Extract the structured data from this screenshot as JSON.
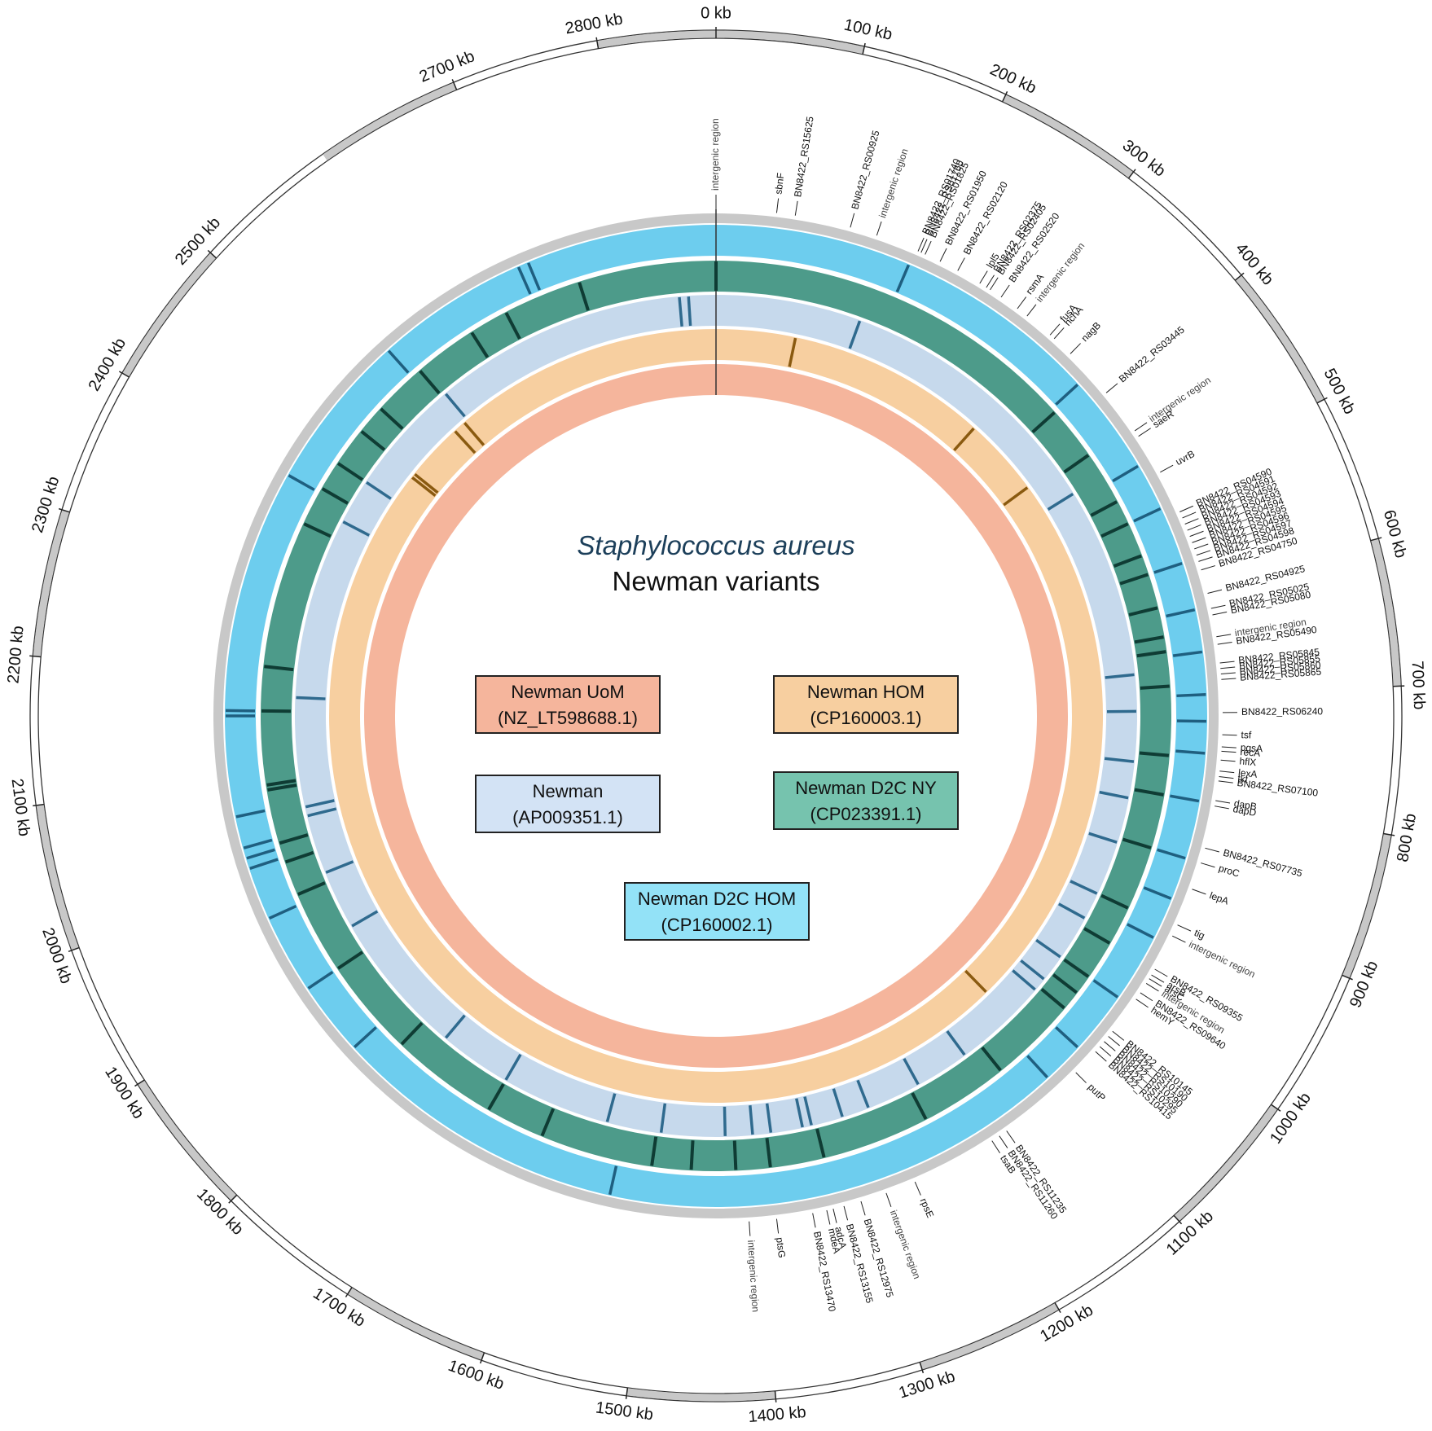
{
  "title": {
    "species": "Staphylococcus aureus",
    "subtitle": "Newman variants"
  },
  "genome_length_kb": 2880,
  "tick_labels": [
    "0 kb",
    "100 kb",
    "200 kb",
    "300 kb",
    "400 kb",
    "500 kb",
    "600 kb",
    "700 kb",
    "800 kb",
    "900 kb",
    "1000 kb",
    "1100 kb",
    "1200 kb",
    "1300 kb",
    "1400 kb",
    "1500 kb",
    "1600 kb",
    "1700 kb",
    "1800 kb",
    "1900 kb",
    "2000 kb",
    "2100 kb",
    "2200 kb",
    "2300 kb",
    "2400 kb",
    "2500 kb",
    "2700 kb",
    "2800 kb"
  ],
  "tick_values_kb": [
    0,
    100,
    200,
    300,
    400,
    500,
    600,
    700,
    800,
    900,
    1000,
    1100,
    1200,
    1300,
    1400,
    1500,
    1600,
    1700,
    1800,
    1900,
    2000,
    2100,
    2200,
    2300,
    2400,
    2500,
    2700,
    2800
  ],
  "legend": [
    {
      "name": "Newman UoM",
      "accession": "(NZ_LT598688.1)",
      "color": "#f5b59c"
    },
    {
      "name": "Newman HOM",
      "accession": "(CP160003.1)",
      "color": "#f7cfa0"
    },
    {
      "name": "Newman",
      "accession": "(AP009351.1)",
      "color": "#c6d9ec"
    },
    {
      "name": "Newman D2C NY",
      "accession": "(CP023391.1)",
      "color": "#4d9b8a"
    },
    {
      "name": "Newman D2C HOM",
      "accession": "(CP160002.1)",
      "color": "#6dcdee"
    }
  ],
  "colors": {
    "outer_band": "#c8c8c8",
    "ring_uom": "#f5b59c",
    "ring_hom": "#f7cfa0",
    "ring_newman": "#c6d9ec",
    "ring_d2c_ny": "#4d9b8a",
    "ring_d2c_hom": "#6dcdee",
    "mark_hom": "#8a5a10",
    "mark_newman": "#2f6a8e",
    "mark_d2c_ny": "#0f3c34",
    "mark_d2c_hom": "#1f5f80"
  },
  "variants": {
    "hom_kb": [
      95,
      335,
      430,
      1085,
      2465,
      2555,
      2540,
      2470
    ],
    "newman_kb": [
      160,
      465,
      675,
      715,
      770,
      810,
      860,
      920,
      950,
      1000,
      1030,
      1045,
      1150,
      1210,
      1270,
      1300,
      1335,
      1345,
      1380,
      1400,
      1430,
      1500,
      1560,
      1680,
      1760,
      1920,
      1985,
      2050,
      2060,
      2180,
      2380,
      2430,
      2560,
      2840,
      2850
    ],
    "d2c_ny_kb": [
      0,
      385,
      440,
      495,
      520,
      555,
      575,
      610,
      640,
      655,
      690,
      760,
      800,
      855,
      920,
      960,
      1000,
      1020,
      1040,
      1130,
      1220,
      1330,
      1385,
      1420,
      1465,
      1505,
      1620,
      1680,
      1790,
      1890,
      1975,
      2010,
      2030,
      2085,
      2090,
      2165,
      2210,
      2360,
      2400,
      2430,
      2470,
      2500,
      2555,
      2620,
      2660,
      2740
    ],
    "d2c_hom_kb": [
      185,
      380,
      475,
      520,
      575,
      620,
      660,
      700,
      725,
      755,
      800,
      855,
      895,
      935,
      1000,
      1060,
      1100,
      1540,
      1820,
      1890,
      1965,
      2015,
      2025,
      2035,
      2065,
      2160,
      2165,
      2395,
      2545,
      2690,
      2700
    ]
  },
  "gene_labels": [
    {
      "text": "intergenic region",
      "kb": 0
    },
    {
      "text": "sbnF",
      "kb": 55
    },
    {
      "text": "BN8422_RS15625",
      "kb": 72
    },
    {
      "text": "BN8422_RS00925",
      "kb": 123
    },
    {
      "text": "intergenic region",
      "kb": 148
    },
    {
      "text": "BN8422_RS01740",
      "kb": 188
    },
    {
      "text": "BN8422_RS01760",
      "kb": 191
    },
    {
      "text": "BN8422_RS01825",
      "kb": 195
    },
    {
      "text": "BN8422_RS01950",
      "kb": 210
    },
    {
      "text": "BN8422_RS02120",
      "kb": 228
    },
    {
      "text": "lpl5",
      "kb": 251
    },
    {
      "text": "BN8422_RS02375",
      "kb": 258
    },
    {
      "text": "BN8422_RS02405",
      "kb": 262
    },
    {
      "text": "BN8422_RS02520",
      "kb": 274
    },
    {
      "text": "rsmA",
      "kb": 292
    },
    {
      "text": "intergenic region",
      "kb": 303
    },
    {
      "text": "fusA",
      "kb": 330
    },
    {
      "text": "hchA",
      "kb": 335
    },
    {
      "text": "nagB",
      "kb": 355
    },
    {
      "text": "BN8422_RS03445",
      "kb": 403
    },
    {
      "text": "intergenic region",
      "kb": 446
    },
    {
      "text": "saeR",
      "kb": 452
    },
    {
      "text": "uvrB",
      "kb": 490
    },
    {
      "text": "BN8422_RS04590",
      "kb": 530
    },
    {
      "text": "BN8422_RS04591",
      "kb": 536
    },
    {
      "text": "BN8422_RS04592",
      "kb": 542
    },
    {
      "text": "BN8422_RS04593",
      "kb": 548
    },
    {
      "text": "BN8422_RS04594",
      "kb": 554
    },
    {
      "text": "BN8422_RS04595",
      "kb": 560
    },
    {
      "text": "BN8422_RS04596",
      "kb": 566
    },
    {
      "text": "BN8422_RS04597",
      "kb": 572
    },
    {
      "text": "BN8422_RS04598",
      "kb": 578
    },
    {
      "text": "BN8422_RS04750",
      "kb": 586
    },
    {
      "text": "BN8422_RS04925",
      "kb": 608
    },
    {
      "text": "BN8422_RS05025",
      "kb": 622
    },
    {
      "text": "BN8422_RS05080",
      "kb": 628
    },
    {
      "text": "intergenic region",
      "kb": 648
    },
    {
      "text": "BN8422_RS05490",
      "kb": 655
    },
    {
      "text": "BN8422_RS05845",
      "kb": 672
    },
    {
      "text": "BN8422_RS05855",
      "kb": 677
    },
    {
      "text": "BN8422_RS05860",
      "kb": 682
    },
    {
      "text": "BN8422_RS05865",
      "kb": 687
    },
    {
      "text": "BN8422_RS06240",
      "kb": 717
    },
    {
      "text": "tsf",
      "kb": 737
    },
    {
      "text": "pgsA",
      "kb": 748
    },
    {
      "text": "recA",
      "kb": 752
    },
    {
      "text": "hflX",
      "kb": 760
    },
    {
      "text": "lexA",
      "kb": 770
    },
    {
      "text": "tkt",
      "kb": 775
    },
    {
      "text": "BN8422_RS07100",
      "kb": 779
    },
    {
      "text": "dapB",
      "kb": 797
    },
    {
      "text": "dapD",
      "kb": 802
    },
    {
      "text": "BN8422_RS07735",
      "kb": 841
    },
    {
      "text": "proC",
      "kb": 855
    },
    {
      "text": "lepA",
      "kb": 880
    },
    {
      "text": "tig",
      "kb": 915
    },
    {
      "text": "intergenic region",
      "kb": 926
    },
    {
      "text": "BN8422_RS09355",
      "kb": 960
    },
    {
      "text": "arsB",
      "kb": 966
    },
    {
      "text": "arsC",
      "kb": 970
    },
    {
      "text": "intergenic region",
      "kb": 975
    },
    {
      "text": "BN8422_RS09640",
      "kb": 985
    },
    {
      "text": "hemY",
      "kb": 992
    },
    {
      "text": "BN8422_RS10145",
      "kb": 1028
    },
    {
      "text": "BN8422_RS10190",
      "kb": 1034
    },
    {
      "text": "BN8422_RS10290",
      "kb": 1040
    },
    {
      "text": "BN8422_RS10295",
      "kb": 1046
    },
    {
      "text": "BN8422_RS10415",
      "kb": 1052
    },
    {
      "text": "putP",
      "kb": 1078
    },
    {
      "text": "BN8422_RS11235",
      "kb": 1160
    },
    {
      "text": "BN8422_RS11260",
      "kb": 1168
    },
    {
      "text": "tsaB",
      "kb": 1176
    },
    {
      "text": "rpsE",
      "kb": 1255
    },
    {
      "text": "intergenic region",
      "kb": 1283
    },
    {
      "text": "BN8422_RS12975",
      "kb": 1307
    },
    {
      "text": "BN8422_RS13155",
      "kb": 1323
    },
    {
      "text": "adcA",
      "kb": 1333
    },
    {
      "text": "mdeA",
      "kb": 1339
    },
    {
      "text": "BN8422_RS13470",
      "kb": 1352
    },
    {
      "text": "ptsG",
      "kb": 1385
    },
    {
      "text": "intergenic region",
      "kb": 1410
    }
  ]
}
